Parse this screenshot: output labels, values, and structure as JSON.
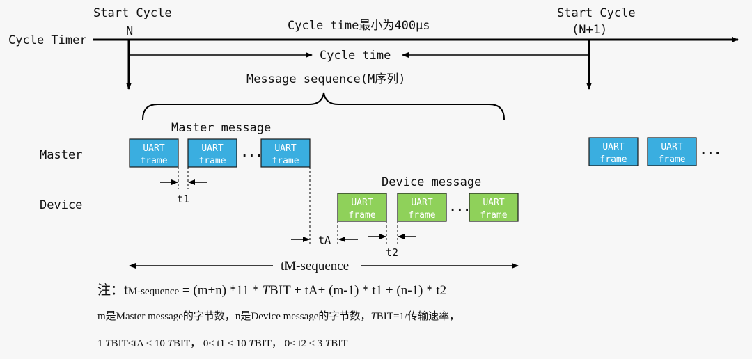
{
  "labels": {
    "start_cycle_left": "Start Cycle",
    "start_cycle_left_n": "N",
    "start_cycle_right": "Start Cycle",
    "start_cycle_right_n": "(N+1)",
    "cycle_timer": "Cycle Timer",
    "cycle_time_min": "Cycle time最小为400μs",
    "cycle_time": "Cycle time",
    "message_sequence": "Message sequence(M序列)",
    "master_message": "Master message",
    "device_message": "Device message",
    "master": "Master",
    "device": "Device",
    "t1": "t1",
    "tA": "tA",
    "t2": "t2",
    "t_m_sequence": "tM-sequence",
    "ellipsis": "..."
  },
  "frame": {
    "line1": "UART",
    "line2": "frame"
  },
  "colors": {
    "master_frame": "#3aaee0",
    "device_frame": "#8fd15a",
    "frame_border": "#1a1a1a",
    "line": "#000000"
  },
  "notes": {
    "prefix": "注：",
    "formula_t": "t",
    "formula_sub": "M-sequence",
    "formula_rest_1": " = (m+n) *11 * ",
    "formula_T1": "T",
    "formula_rest_2": "BIT + tA+ (m-1) * t1 + (n-1) * t2",
    "line2_a": "m是Master message的字节数，n是Device message的字节数，",
    "line2_T": "T",
    "line2_b": "BIT=1/传输速率，",
    "line3_a": "1 ",
    "line3_T1": "T",
    "line3_b": "BIT≤tA ≤ 10 ",
    "line3_T2": "T",
    "line3_c": "BIT，  0≤ t1 ≤ 10 ",
    "line3_T3": "T",
    "line3_d": "BIT，  0≤ t2 ≤ 3 ",
    "line3_T4": "T",
    "line3_e": "BIT"
  }
}
